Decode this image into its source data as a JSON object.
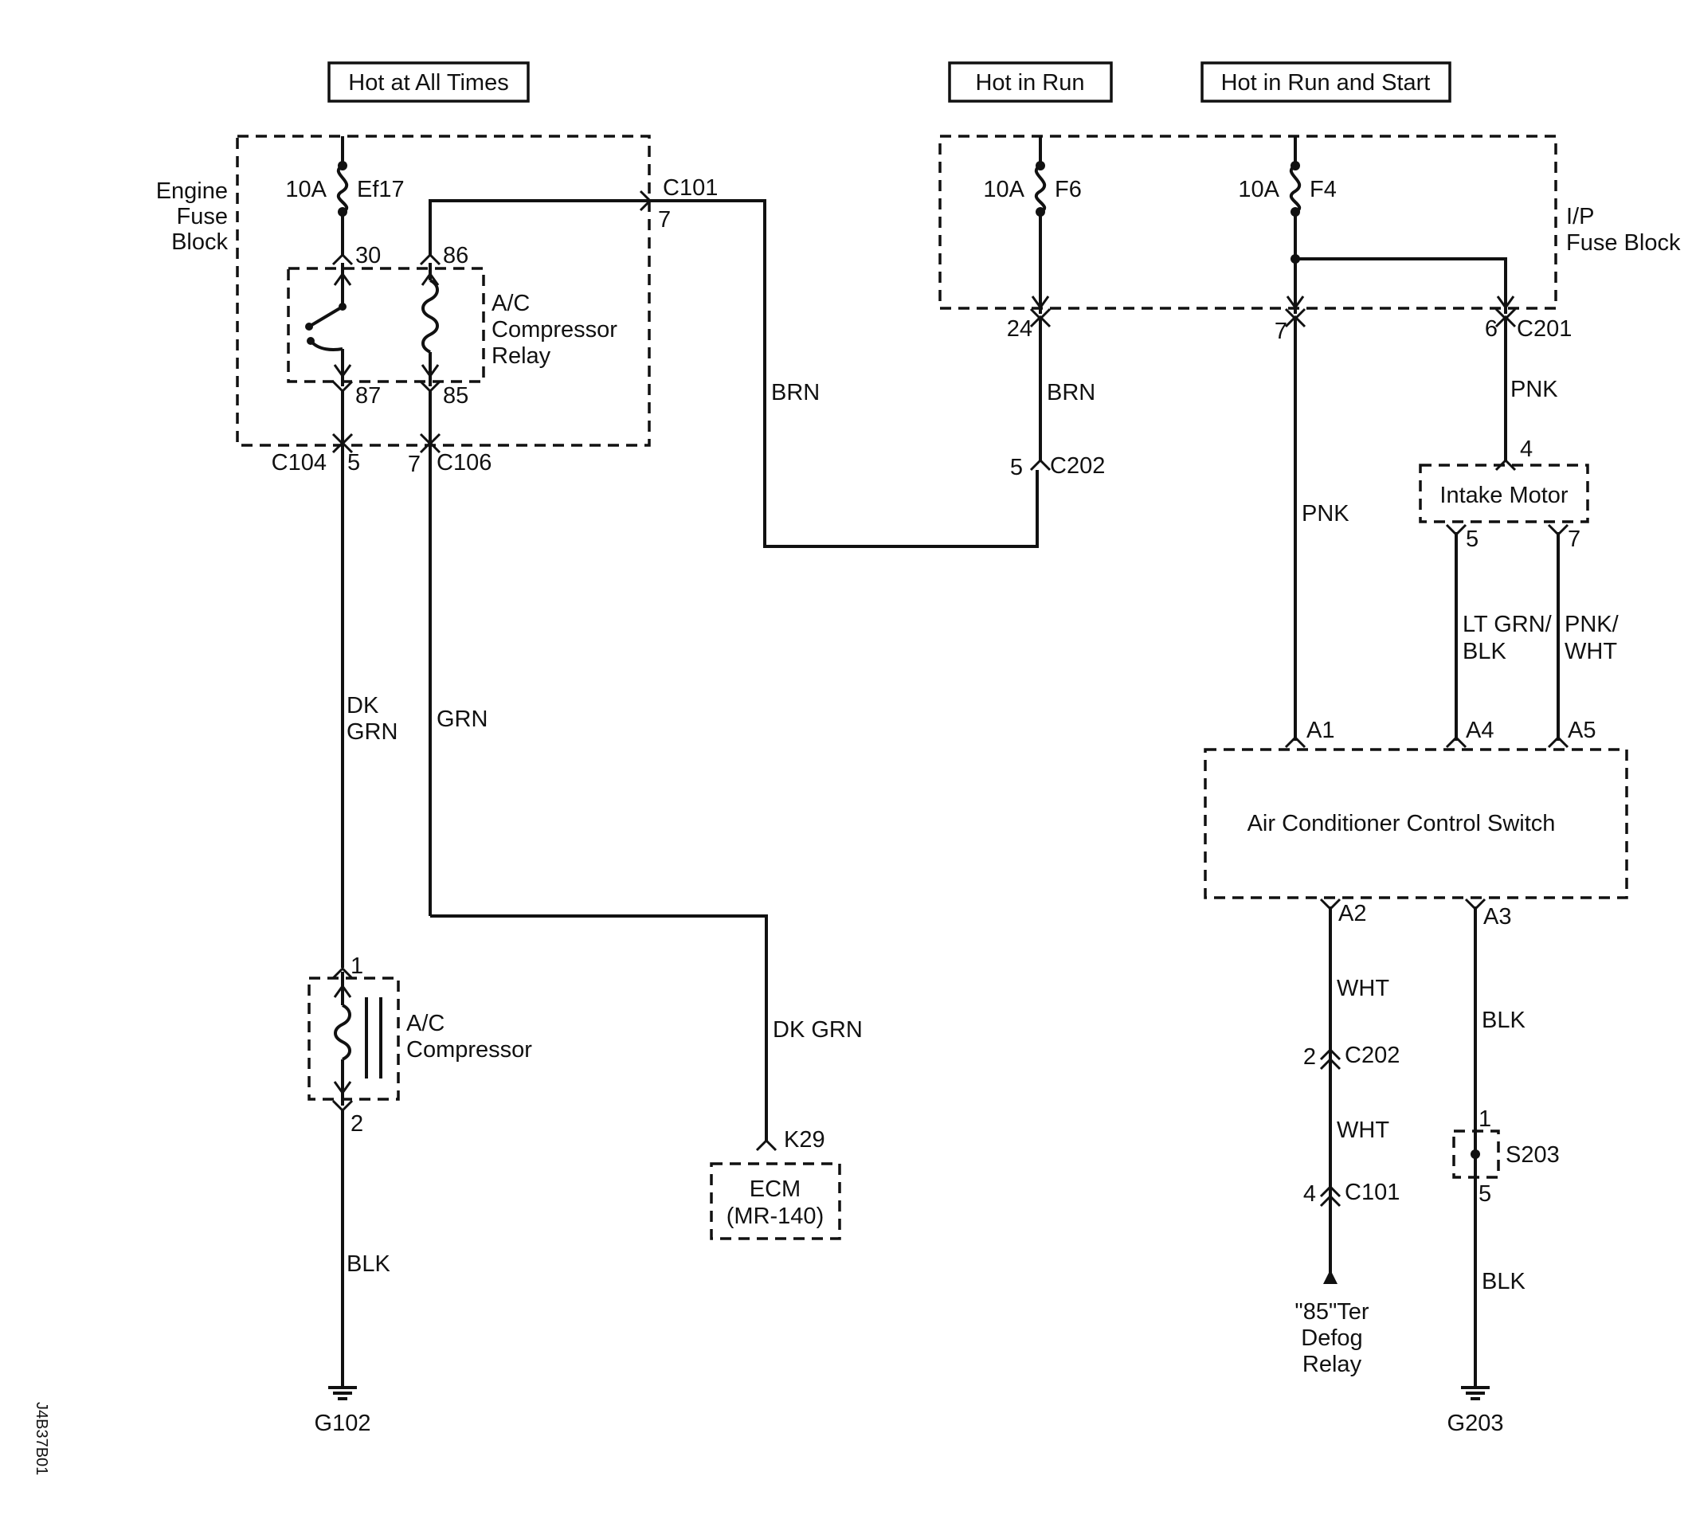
{
  "headers": {
    "hot_at_all_times": "Hot at All Times",
    "hot_in_run": "Hot in Run",
    "hot_in_run_and_start": "Hot in Run and Start"
  },
  "fuse_blocks": {
    "engine_line1": "Engine",
    "engine_line2": "Fuse",
    "engine_line3": "Block",
    "ip_line1": "I/P",
    "ip_line2": "Fuse Block"
  },
  "fuses": {
    "ef17": {
      "rating": "10A",
      "name": "Ef17"
    },
    "f6": {
      "rating": "10A",
      "name": "F6"
    },
    "f4": {
      "rating": "10A",
      "name": "F4"
    }
  },
  "relay": {
    "line1": "A/C",
    "line2": "Compressor",
    "line3": "Relay",
    "pin30": "30",
    "pin86": "86",
    "pin87": "87",
    "pin85": "85"
  },
  "connectors": {
    "c101_top": "C101",
    "c101_top_pin": "7",
    "c104": "C104",
    "c104_pin": "5",
    "c106": "C106",
    "c106_pin": "7",
    "ip_pin24": "24",
    "ip_pin7": "7",
    "ip_pin6": "6",
    "c201": "C201",
    "c202_top_pin": "5",
    "c202_top": "C202",
    "c202_bottom_pin": "2",
    "c202_bottom": "C202",
    "c101_bottom_pin": "4",
    "c101_bottom": "C101"
  },
  "wires": {
    "brn_top": "BRN",
    "brn_ip": "BRN",
    "dk_grn_line1": "DK",
    "dk_grn_line2": "GRN",
    "grn": "GRN",
    "dk_grn_ecm": "DK GRN",
    "blk_left": "BLK",
    "pnk_main": "PNK",
    "pnk_c201": "PNK",
    "lt_grn_line1": "LT GRN/",
    "lt_grn_line2": "BLK",
    "pnk_wht_line1": "PNK/",
    "pnk_wht_line2": "WHT",
    "wht_upper": "WHT",
    "wht_lower": "WHT",
    "blk_upper": "BLK",
    "blk_lower": "BLK"
  },
  "components": {
    "intake_motor": "Intake Motor",
    "intake_pin4": "4",
    "intake_pin5": "5",
    "intake_pin7": "7",
    "ac_switch": "Air Conditioner Control Switch",
    "pin_a1": "A1",
    "pin_a4": "A4",
    "pin_a5": "A5",
    "pin_a2": "A2",
    "pin_a3": "A3",
    "compressor_line1": "A/C",
    "compressor_line2": "Compressor",
    "compressor_pin1": "1",
    "compressor_pin2": "2",
    "ecm_line1": "ECM",
    "ecm_line2": "(MR-140)",
    "ecm_pin": "K29",
    "defog_line1": "\"85\"Ter",
    "defog_line2": "Defog",
    "defog_line3": "Relay",
    "splice": "S203",
    "splice_pin1": "1",
    "splice_pin5": "5"
  },
  "grounds": {
    "g102": "G102",
    "g203": "G203"
  },
  "figure_id": "J4B37B01"
}
